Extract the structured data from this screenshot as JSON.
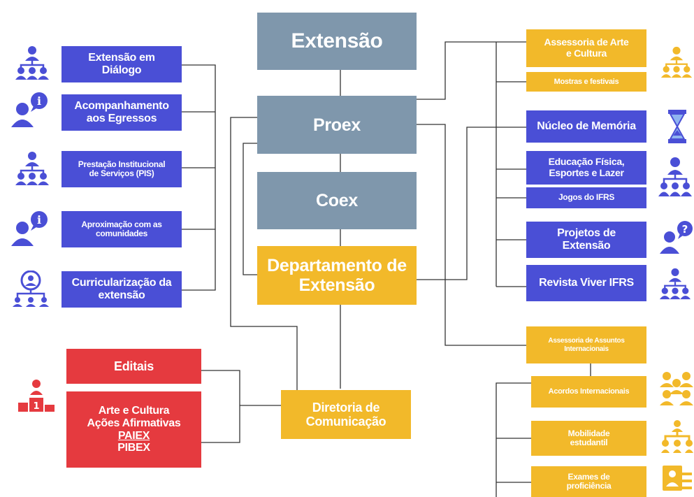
{
  "center": {
    "extensao": "Extensão",
    "proex": "Proex",
    "coex": "Coex",
    "departamento": [
      "Departamento de",
      "Extensão"
    ],
    "diretoria": [
      "Diretoria de",
      "Comunicação"
    ]
  },
  "left": {
    "extensao_dialogo": [
      "Extensão em",
      "Diálogo"
    ],
    "egressos": [
      "Acompanhamento",
      "aos Egressos"
    ],
    "pis": [
      "Prestação Institucional",
      "de Serviços (PIS)"
    ],
    "comunidades": [
      "Aproximação com as",
      "comunidades"
    ],
    "curricularizacao": [
      "Curricularização da",
      "extensão"
    ],
    "editais": "Editais",
    "editais_list": [
      "Arte e Cultura",
      "Ações Afirmativas",
      "PAIEX",
      "PIBEX"
    ]
  },
  "right": {
    "arte_cultura": [
      "Assessoria de Arte",
      "e Cultura"
    ],
    "mostras": "Mostras e festivais",
    "memoria": "Núcleo de Memória",
    "educacao_fisica": [
      "Educação Física,",
      "Esportes e Lazer"
    ],
    "jogos": "Jogos do IFRS",
    "projetos": [
      "Projetos de",
      "Extensão"
    ],
    "revista": "Revista Viver IFRS",
    "internacionais": [
      "Assessoria de Assuntos",
      "Internacionais"
    ],
    "acordos": "Acordos Internacionais",
    "mobilidade": [
      "Mobilidade",
      "estudantil"
    ],
    "exames": [
      "Exames de",
      "proficiência"
    ]
  },
  "colors": {
    "grey": "#7f97ac",
    "blue": "#4a4fd6",
    "gold": "#f2b92a",
    "red": "#e53a3f",
    "line": "#333333"
  }
}
